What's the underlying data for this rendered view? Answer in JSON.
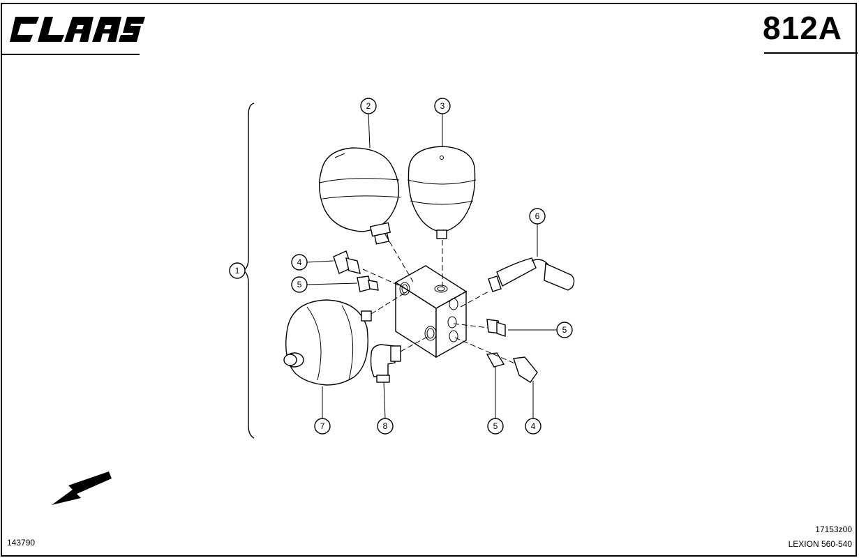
{
  "header": {
    "brand": "CLAAS",
    "page_number": "812A"
  },
  "footer": {
    "doc_number": "143790",
    "drawing_code": "17153z00",
    "model": "LEXION 560-540"
  },
  "diagram": {
    "callouts": [
      {
        "id": "callout-1",
        "label": "1"
      },
      {
        "id": "callout-2",
        "label": "2"
      },
      {
        "id": "callout-3",
        "label": "3"
      },
      {
        "id": "callout-4-left",
        "label": "4"
      },
      {
        "id": "callout-5-left",
        "label": "5"
      },
      {
        "id": "callout-6",
        "label": "6"
      },
      {
        "id": "callout-5-right",
        "label": "5"
      },
      {
        "id": "callout-7",
        "label": "7"
      },
      {
        "id": "callout-8",
        "label": "8"
      },
      {
        "id": "callout-5-bottom",
        "label": "5"
      },
      {
        "id": "callout-4-bottom",
        "label": "4"
      }
    ]
  },
  "colors": {
    "ink": "#000000",
    "paper": "#ffffff"
  }
}
